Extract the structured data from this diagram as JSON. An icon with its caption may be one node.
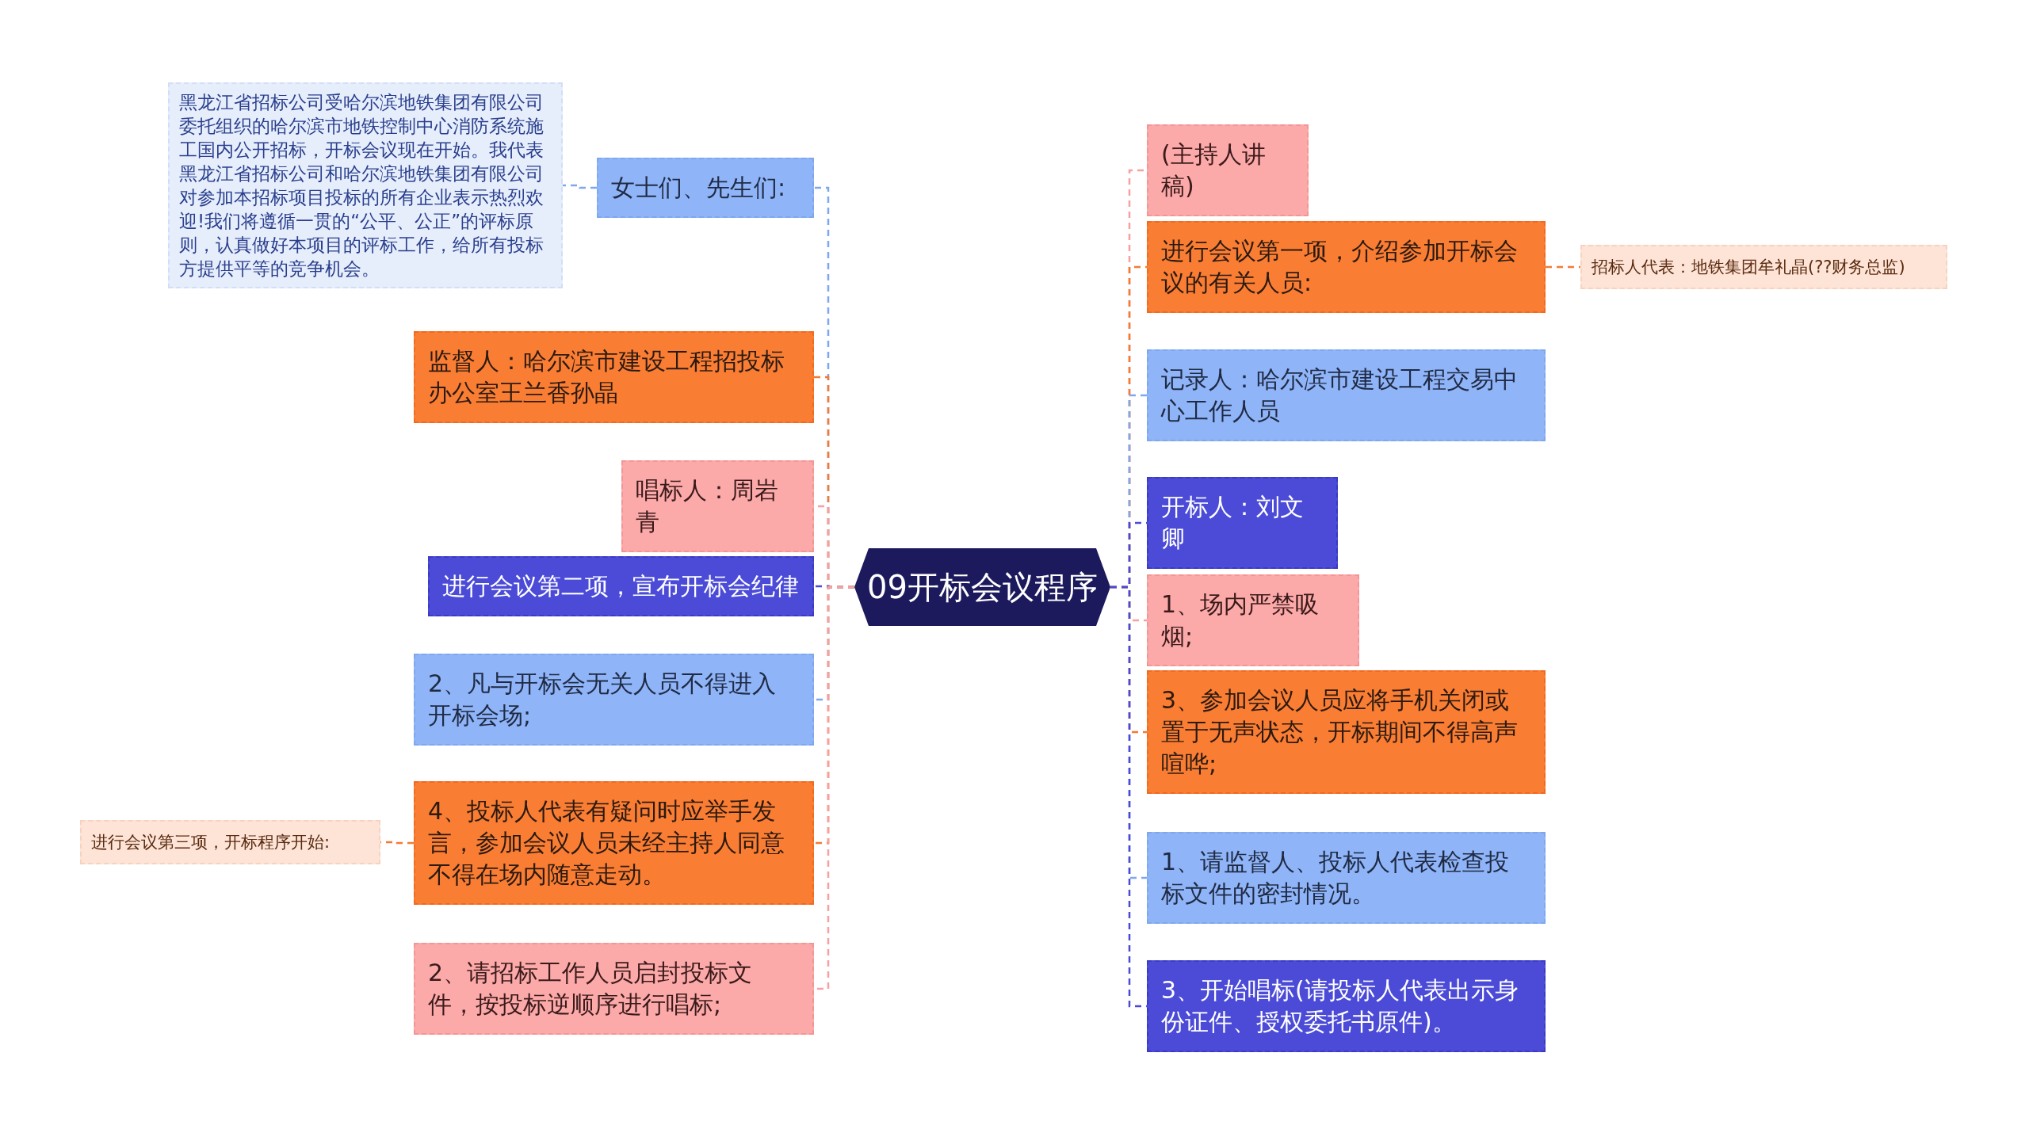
{
  "diagram": {
    "nodes": [
      {
        "text": [
          "09开标会议程序"
        ]
      },
      {
        "text": [
          "女士们、先生们:"
        ]
      },
      {
        "text": [
          "黑龙江省招标公司受哈尔滨地铁集团有限公司委托组织的哈尔滨市地铁控制中心消防系统施工国内公开招标，开标会议现在开始。我代表黑龙江省招标公司和哈尔滨地铁集团有限公司对参加本招标项目投标的所有企业表示热烈欢迎!我们将遵循一贯的“公平、公正”的评标原则，认真做好本项目的评标工作，给所有投标方提供平等的竞争机会。"
        ]
      },
      {
        "text": [
          "监督人：哈尔滨市建设工程招投标办公室王兰香孙晶"
        ]
      },
      {
        "text": [
          "唱标人：周岩青"
        ]
      },
      {
        "text": [
          "进行会议第二项，宣布开标会纪律"
        ]
      },
      {
        "text": [
          "2、凡与开标会无关人员不得进入开标会场;"
        ]
      },
      {
        "text": [
          "4、投标人代表有疑问时应举手发言，参加会议人员未经主持人同意不得在场内随意走动。"
        ]
      },
      {
        "text": [
          "进行会议第三项，开标程序开始:"
        ]
      },
      {
        "text": [
          "2、请招标工作人员启封投标文件，按投标逆顺序进行唱标;"
        ]
      },
      {
        "text": [
          "(主持人讲稿)"
        ]
      },
      {
        "text": [
          "进行会议第一项，介绍参加开标会议的有关人员:"
        ]
      },
      {
        "text": [
          "招标人代表：地铁集团牟礼晶(??财务总监)"
        ]
      },
      {
        "text": [
          "记录人：哈尔滨市建设工程交易中心工作人员"
        ]
      },
      {
        "text": [
          "开标人：刘文卿"
        ]
      },
      {
        "text": [
          "1、场内严禁吸烟;"
        ]
      },
      {
        "text": [
          "3、参加会议人员应将手机关闭或置于无声状态，开标期间不得高声喧哗;"
        ]
      },
      {
        "text": [
          "1、请监督人、投标人代表检查投标文件的密封情况。"
        ]
      },
      {
        "text": [
          "3、开始唱标(请投标人代表出示身份证件、授权委托书原件)。"
        ]
      }
    ],
    "edges": [
      {
        "from": 0,
        "to": 1,
        "arrow": "none",
        "style": "dashed",
        "color": "#7ea7ee"
      },
      {
        "from": 1,
        "to": 2,
        "arrow": "none",
        "style": "dashed",
        "color": "#7ea7ee"
      },
      {
        "from": 0,
        "to": 3,
        "arrow": "none",
        "style": "dashed",
        "color": "#f47a33"
      },
      {
        "from": 0,
        "to": 4,
        "arrow": "none",
        "style": "dashed",
        "color": "#f7a0a0"
      },
      {
        "from": 0,
        "to": 5,
        "arrow": "none",
        "style": "dashed",
        "color": "#4a4ad6"
      },
      {
        "from": 0,
        "to": 6,
        "arrow": "none",
        "style": "dashed",
        "color": "#7ea7ee"
      },
      {
        "from": 0,
        "to": 7,
        "arrow": "none",
        "style": "dashed",
        "color": "#f47a33"
      },
      {
        "from": 7,
        "to": 8,
        "arrow": "none",
        "style": "dashed",
        "color": "#f47a33"
      },
      {
        "from": 0,
        "to": 9,
        "arrow": "none",
        "style": "dashed",
        "color": "#f7a0a0"
      },
      {
        "from": 0,
        "to": 10,
        "arrow": "none",
        "style": "dashed",
        "color": "#f7a0a0"
      },
      {
        "from": 0,
        "to": 11,
        "arrow": "none",
        "style": "dashed",
        "color": "#f47a33"
      },
      {
        "from": 11,
        "to": 12,
        "arrow": "none",
        "style": "dashed",
        "color": "#f47a33"
      },
      {
        "from": 0,
        "to": 13,
        "arrow": "none",
        "style": "dashed",
        "color": "#7ea7ee"
      },
      {
        "from": 0,
        "to": 14,
        "arrow": "none",
        "style": "dashed",
        "color": "#4a4ad6"
      },
      {
        "from": 0,
        "to": 15,
        "arrow": "none",
        "style": "dashed",
        "color": "#f7a0a0"
      },
      {
        "from": 0,
        "to": 16,
        "arrow": "none",
        "style": "dashed",
        "color": "#f47a33"
      },
      {
        "from": 0,
        "to": 17,
        "arrow": "none",
        "style": "dashed",
        "color": "#7ea7ee"
      },
      {
        "from": 0,
        "to": 18,
        "arrow": "none",
        "style": "dashed",
        "color": "#4a4ad6"
      }
    ]
  }
}
